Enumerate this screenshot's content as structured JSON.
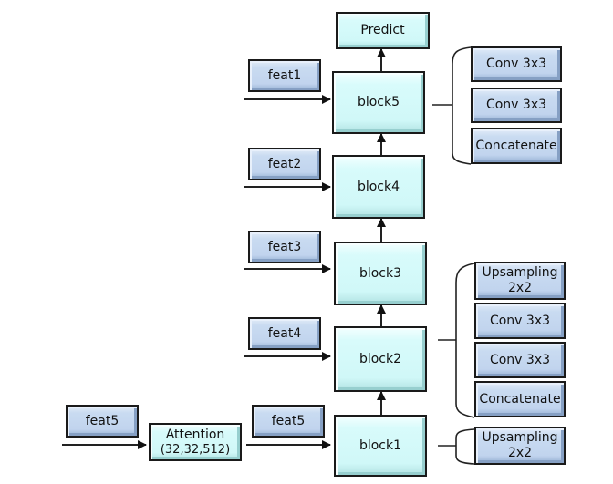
{
  "diagram": {
    "predict": "Predict",
    "blocks": [
      "block5",
      "block4",
      "block3",
      "block2",
      "block1"
    ],
    "features": [
      "feat1",
      "feat2",
      "feat3",
      "feat4",
      "feat5",
      "feat5"
    ],
    "attention": {
      "title": "Attention",
      "shape": "(32,32,512)"
    },
    "detail_group_top": [
      "Conv 3x3",
      "Conv 3x3",
      "Concatenate"
    ],
    "detail_group_middle": [
      {
        "line1": "Upsampling",
        "line2": "2x2"
      },
      {
        "line1": "Conv 3x3",
        "line2": ""
      },
      {
        "line1": "Conv 3x3",
        "line2": ""
      },
      {
        "line1": "Concatenate",
        "line2": ""
      }
    ],
    "detail_group_bottom": {
      "line1": "Upsampling",
      "line2": "2x2"
    },
    "colors": {
      "block_fill": "#d0f8f8",
      "feature_fill": "#c1d4ee",
      "stroke": "#1a1a1a"
    }
  }
}
